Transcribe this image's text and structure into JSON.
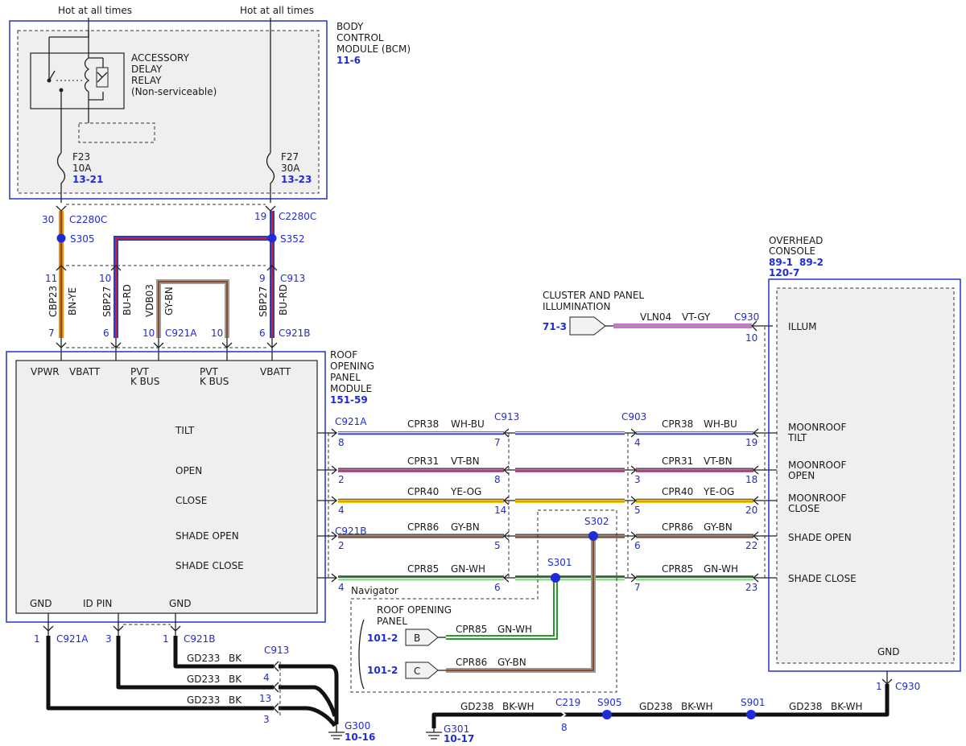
{
  "top": {
    "hot1": "Hot at all times",
    "hot2": "Hot at all times"
  },
  "bcm": {
    "title_lines": [
      "BODY",
      "CONTROL",
      "MODULE (BCM)"
    ],
    "ref": "11-6",
    "relay_lines": [
      "ACCESSORY",
      "DELAY",
      "RELAY",
      "(Non-serviceable)"
    ],
    "fuse1": {
      "name": "F23",
      "rating": "10A",
      "ref": "13-21"
    },
    "fuse2": {
      "name": "F27",
      "rating": "30A",
      "ref": "13-23"
    }
  },
  "upper_connectors": {
    "pin30": "30",
    "c2280c_a": "C2280C",
    "s305": "S305",
    "pin19": "19",
    "c2280c_b": "C2280C",
    "s352": "S352",
    "pin11": "11",
    "pin10a": "10",
    "pin9": "9",
    "c913": "C913",
    "pin7": "7",
    "pin6a": "6",
    "pin10b": "10",
    "c921a": "C921A",
    "pin10c": "10",
    "pin6b": "6",
    "c921b": "C921B"
  },
  "vert_wires": {
    "cbp23": "CBP23",
    "bn_ye": "BN-YE",
    "sbp27a": "SBP27",
    "bu_rd_a": "BU-RD",
    "vdb03": "VDB03",
    "gy_bn": "GY-BN",
    "sbp27b": "SBP27",
    "bu_rd_b": "BU-RD"
  },
  "ropm": {
    "title_lines": [
      "ROOF",
      "OPENING",
      "PANEL",
      "MODULE"
    ],
    "ref": "151-59",
    "top_labels": [
      "VPWR",
      "VBATT",
      "PVT",
      "K BUS",
      "PVT",
      "K BUS",
      "VBATT"
    ],
    "signals": [
      "TILT",
      "OPEN",
      "CLOSE",
      "SHADE OPEN",
      "SHADE CLOSE"
    ],
    "bottom_labels": [
      "GND",
      "ID PIN",
      "GND"
    ]
  },
  "circuits": [
    {
      "lpin": "8",
      "mpin": "7",
      "rpin": "4",
      "opin": "19",
      "circuit": "CPR38",
      "color": "WH-BU",
      "c1": "#ffffff",
      "c2": "#2a3bd0"
    },
    {
      "lpin": "2",
      "mpin": "8",
      "rpin": "3",
      "opin": "18",
      "circuit": "CPR31",
      "color": "VT-BN",
      "c1": "#d86ad8",
      "c2": "#8b4a2b"
    },
    {
      "lpin": "4",
      "mpin": "14",
      "rpin": "5",
      "opin": "20",
      "circuit": "CPR40",
      "color": "YE-OG",
      "c1": "#f2e600",
      "c2": "#f08a00"
    },
    {
      "lpin": "2",
      "mpin": "5",
      "rpin": "6",
      "opin": "22",
      "circuit": "CPR86",
      "color": "GY-BN",
      "c1": "#9a9a9a",
      "c2": "#8b4a2b"
    },
    {
      "lpin": "4",
      "mpin": "6",
      "rpin": "7",
      "opin": "23",
      "circuit": "CPR85",
      "color": "GN-WH",
      "c1": "#2a9a2a",
      "c2": "#ffffff"
    }
  ],
  "mid_connectors": {
    "c921a": "C921A",
    "c913": "C913",
    "c903": "C903",
    "c921b": "C921B",
    "s302": "S302",
    "s301": "S301",
    "navigator": "Navigator"
  },
  "illum": {
    "title_lines": [
      "CLUSTER AND PANEL",
      "ILLUMINATION"
    ],
    "ref": "71-3",
    "circuit": "VLN04",
    "color": "VT-GY",
    "connector": "C930",
    "pin": "10"
  },
  "overhead": {
    "title_lines": [
      "OVERHEAD",
      "CONSOLE"
    ],
    "refs": [
      "89-1",
      "89-2",
      "120-7"
    ],
    "illum": "ILLUM",
    "signals": [
      [
        "MOONROOF",
        "TILT"
      ],
      [
        "MOONROOF",
        "OPEN"
      ],
      [
        "MOONROOF",
        "CLOSE"
      ],
      [
        "SHADE OPEN"
      ],
      [
        "SHADE CLOSE"
      ]
    ],
    "gnd": "GND",
    "gnd_pin": "1",
    "gnd_conn": "C930"
  },
  "roof_panel": {
    "title_lines": [
      "ROOF OPENING",
      "PANEL"
    ],
    "ref_b": "101-2",
    "ref_c": "101-2",
    "conn_b": "B",
    "conn_c": "C",
    "wire_b": {
      "circuit": "CPR85",
      "color": "GN-WH"
    },
    "wire_c": {
      "circuit": "CPR86",
      "color": "GY-BN"
    }
  },
  "bottom": {
    "pin1a": "1",
    "c921a": "C921A",
    "pin3": "3",
    "pin1b": "1",
    "c921b": "C921B",
    "c913": "C913",
    "gd233": [
      "GD233",
      "GD233",
      "GD233"
    ],
    "bk": [
      "BK",
      "BK",
      "BK"
    ],
    "pins913": [
      "4",
      "13",
      "3"
    ],
    "g300": "G300",
    "g300_ref": "10-16",
    "g301": "G301",
    "g301_ref": "10-17",
    "gd238": [
      "GD238",
      "GD238",
      "GD238"
    ],
    "bk_wh": [
      "BK-WH",
      "BK-WH",
      "BK-WH"
    ],
    "c219": "C219",
    "c219_pin": "8",
    "s905": "S905",
    "s901": "S901"
  }
}
